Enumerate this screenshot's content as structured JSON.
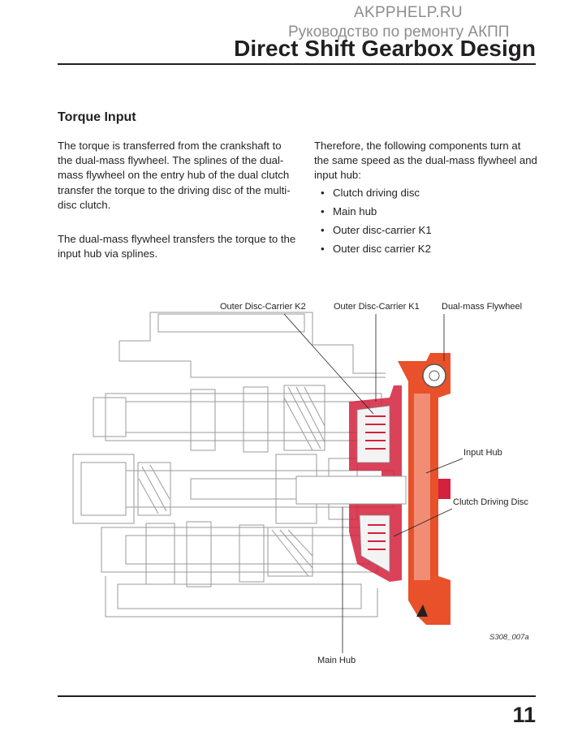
{
  "watermark": {
    "site": "AKPPHELP.RU",
    "subtitle": "Руководство по ремонту АКПП"
  },
  "header": {
    "title": "Direct Shift Gearbox Design"
  },
  "section": {
    "heading": "Torque Input",
    "paragraph1": "The torque is transferred from the crankshaft to the dual-mass flywheel. The splines of the dual-mass flywheel on the entry hub of the dual clutch transfer the torque to the driving disc of the multi-disc clutch.",
    "paragraph2": "The dual-mass flywheel transfers the torque to the input hub via splines.",
    "paragraph3": "Therefore, the following components turn at the same speed as the dual-mass flywheel and input hub:",
    "bullets": [
      "Clutch driving disc",
      "Main hub",
      "Outer disc-carrier K1",
      "Outer disc carrier K2"
    ]
  },
  "figure": {
    "labels": {
      "outer_k2": "Outer Disc-Carrier K2",
      "outer_k1": "Outer Disc-Carrier K1",
      "flywheel": "Dual-mass Flywheel",
      "input_hub": "Input Hub",
      "clutch_disc": "Clutch Driving Disc",
      "main_hub": "Main Hub"
    },
    "id": "S308_007a",
    "colors": {
      "clutch_red": "#d4213d",
      "flywheel_orange": "#e8512a",
      "outline": "#9a9a9a"
    }
  },
  "footer": {
    "page_number": "11"
  }
}
